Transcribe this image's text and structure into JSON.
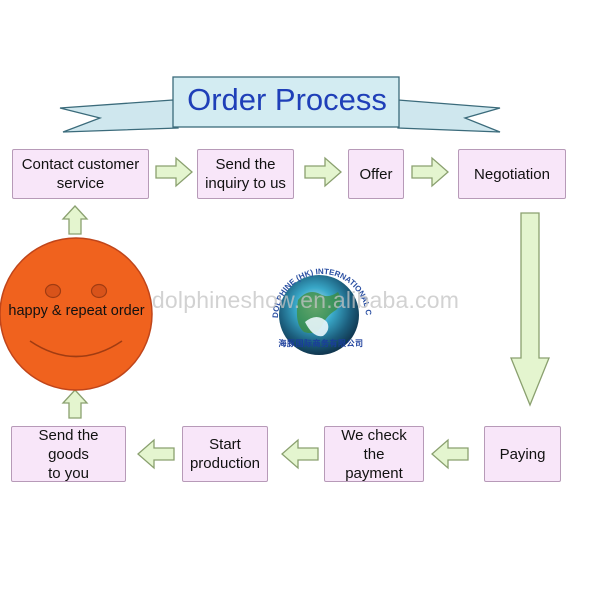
{
  "title": "Order Process",
  "steps": [
    {
      "id": "contact",
      "line1": "Contact customer",
      "line2": "service"
    },
    {
      "id": "inquiry",
      "line1": "Send the",
      "line2": "inquiry to us"
    },
    {
      "id": "offer",
      "line1": "Offer"
    },
    {
      "id": "negotiation",
      "line1": "Negotiation"
    },
    {
      "id": "paying",
      "line1": "Paying"
    },
    {
      "id": "check-payment",
      "line1": "We check the",
      "line2": "payment"
    },
    {
      "id": "production",
      "line1": "Start",
      "line2": "production"
    },
    {
      "id": "send-goods",
      "line1": "Send the goods",
      "line2": "to you"
    }
  ],
  "final_step": "happy & repeat order",
  "logo": {
    "arc_text": "DOLPHINE (HK) INTERNATIONAL CO.,LTD",
    "cn_text": "海豚国际商务有限公司"
  },
  "watermark": "dolphineshow.en.alibaba.com",
  "colors": {
    "title": "#1f3fb8",
    "box_fill": "#f8e6f9",
    "box_border": "#b79ab8",
    "arrow_fill": "#e4f5cf",
    "arrow_stroke": "#8aa06f",
    "face": "#f0621e",
    "banner": "#cde9ef"
  }
}
